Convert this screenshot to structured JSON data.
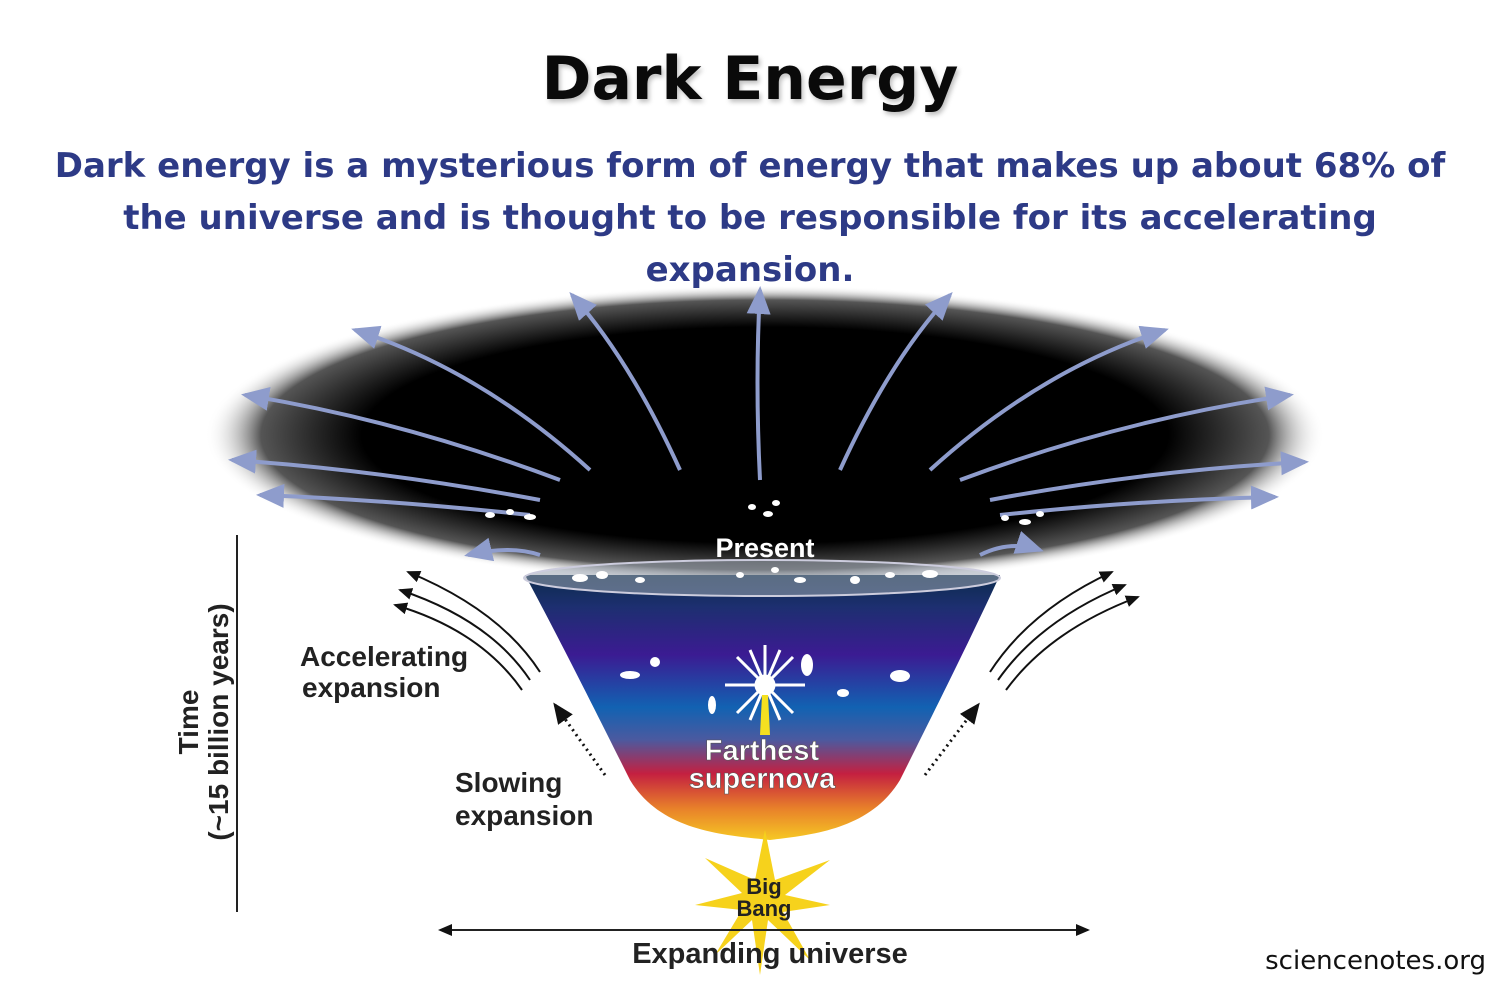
{
  "title": "Dark Energy",
  "subtitle": "Dark energy is a mysterious form of energy that makes up about 68% of the universe and is thought to be responsible for its accelerating expansion.",
  "diagram": {
    "present_label": "Present",
    "accelerating_label_1": "Accelerating",
    "accelerating_label_2": "expansion",
    "slowing_label_1": "Slowing",
    "slowing_label_2": "expansion",
    "supernova_label_1": "Farthest",
    "supernova_label_2": "supernova",
    "big_bang_label_1": "Big",
    "big_bang_label_2": "Bang",
    "time_axis_label_1": "Time",
    "time_axis_label_2": "(~15 billion years)",
    "x_axis_label": "Expanding universe"
  },
  "credit": "sciencenotes.org",
  "colors": {
    "subtitle": "#2d3a86",
    "arrows": "#8e9ccc"
  }
}
